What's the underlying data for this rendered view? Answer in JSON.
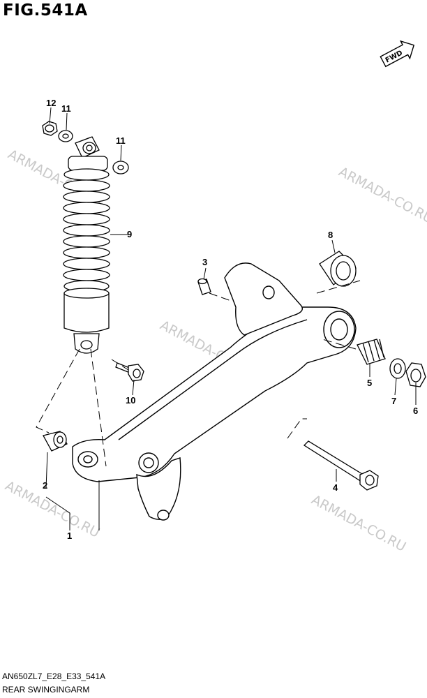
{
  "figure": {
    "title": "FIG.541A",
    "code": "AN650ZL7_E28_E33_541A",
    "name": "REAR SWINGINGARM"
  },
  "direction_label": "FWD",
  "watermark": "ARMADA-CO.RU",
  "callouts": {
    "c1": "1",
    "c2": "2",
    "c3": "3",
    "c4": "4",
    "c5": "5",
    "c6": "6",
    "c7": "7",
    "c8": "8",
    "c9": "9",
    "c10": "10",
    "c11a": "11",
    "c11b": "11",
    "c12": "12"
  }
}
